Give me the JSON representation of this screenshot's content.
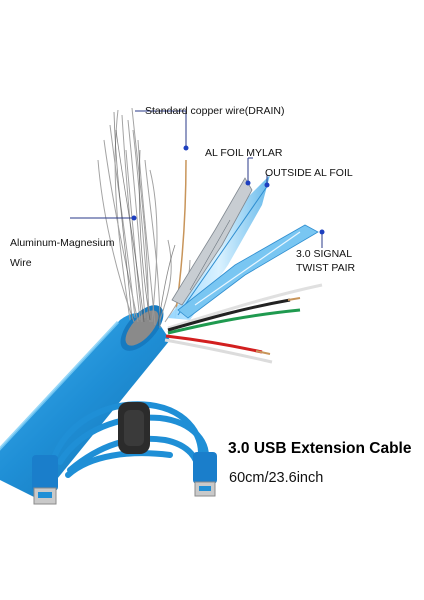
{
  "labels": {
    "drain": "Standard copper wire(DRAIN)",
    "al_foil_mylar": "AL FOIL MYLAR",
    "outside_al_foil": "OUTSIDE AL FOIL",
    "signal_line1": "3.0 SIGNAL",
    "signal_line2": "TWIST PAIR",
    "aluminum_line1": "Aluminum-Magnesium",
    "aluminum_line2": "Wire"
  },
  "product": {
    "title": "3.0 USB Extension Cable",
    "length": "60cm/23.6inch"
  },
  "colors": {
    "cable_blue": "#1f8fd6",
    "label_dot": "#1d3fbf",
    "leader_line": "#2a3a8a"
  }
}
